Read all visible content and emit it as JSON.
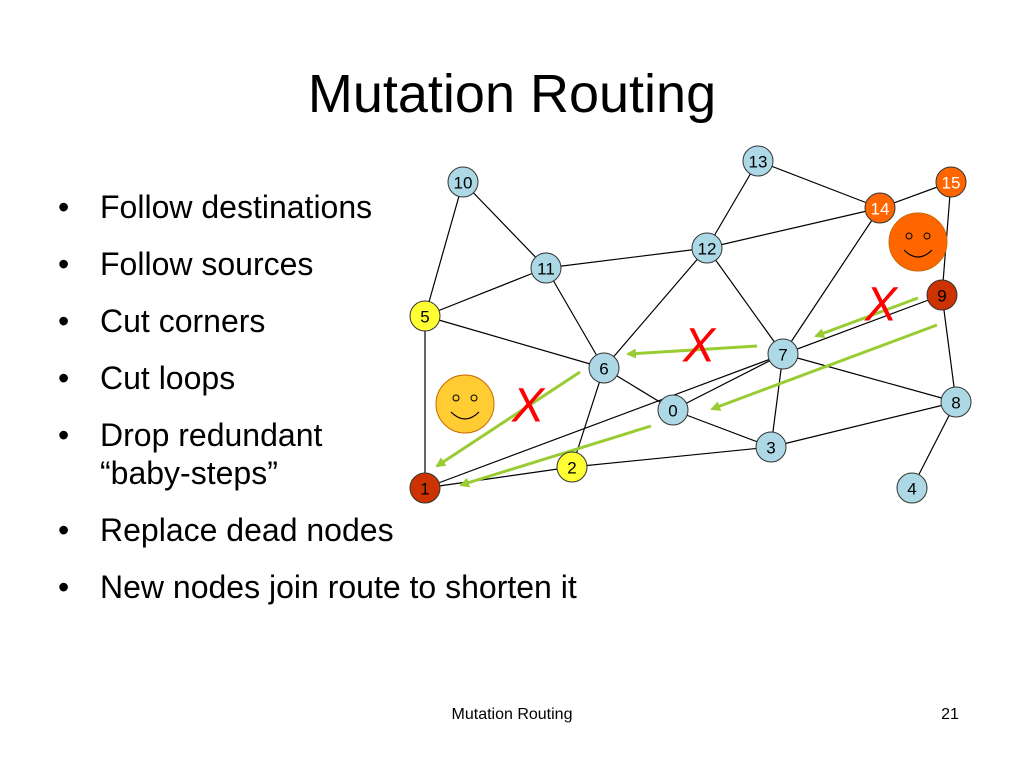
{
  "slide": {
    "title": "Mutation Routing",
    "bullets": [
      "Follow destinations",
      "Follow sources",
      "Cut corners",
      "Cut loops",
      "Drop redundant",
      "“baby-steps”",
      "Replace dead nodes",
      "New nodes join route to shorten it"
    ],
    "bullet_glyph": "•",
    "footer": "Mutation Routing",
    "page_number": "21"
  },
  "diagram": {
    "nodes": [
      {
        "id": "0",
        "label": "0",
        "color": "#add8e6"
      },
      {
        "id": "1",
        "label": "1",
        "color": "#cc3300"
      },
      {
        "id": "2",
        "label": "2",
        "color": "#ffff33"
      },
      {
        "id": "3",
        "label": "3",
        "color": "#add8e6"
      },
      {
        "id": "4",
        "label": "4",
        "color": "#add8e6"
      },
      {
        "id": "5",
        "label": "5",
        "color": "#ffff33"
      },
      {
        "id": "6",
        "label": "6",
        "color": "#add8e6"
      },
      {
        "id": "7",
        "label": "7",
        "color": "#add8e6"
      },
      {
        "id": "8",
        "label": "8",
        "color": "#add8e6"
      },
      {
        "id": "9",
        "label": "9",
        "color": "#cc3300"
      },
      {
        "id": "10",
        "label": "10",
        "color": "#add8e6"
      },
      {
        "id": "11",
        "label": "11",
        "color": "#add8e6"
      },
      {
        "id": "12",
        "label": "12",
        "color": "#add8e6"
      },
      {
        "id": "13",
        "label": "13",
        "color": "#add8e6"
      },
      {
        "id": "14",
        "label": "14",
        "color": "#ff6600"
      },
      {
        "id": "15",
        "label": "15",
        "color": "#ff6600"
      }
    ],
    "edges": [
      [
        "10",
        "5"
      ],
      [
        "10",
        "11"
      ],
      [
        "11",
        "5"
      ],
      [
        "11",
        "6"
      ],
      [
        "11",
        "12"
      ],
      [
        "12",
        "13"
      ],
      [
        "12",
        "14"
      ],
      [
        "12",
        "6"
      ],
      [
        "12",
        "7"
      ],
      [
        "13",
        "14"
      ],
      [
        "14",
        "15"
      ],
      [
        "14",
        "7"
      ],
      [
        "15",
        "9"
      ],
      [
        "5",
        "1"
      ],
      [
        "5",
        "6"
      ],
      [
        "6",
        "2"
      ],
      [
        "6",
        "0"
      ],
      [
        "7",
        "0"
      ],
      [
        "7",
        "8"
      ],
      [
        "7",
        "3"
      ],
      [
        "9",
        "8"
      ],
      [
        "9",
        "1"
      ],
      [
        "8",
        "3"
      ],
      [
        "8",
        "4"
      ],
      [
        "0",
        "3"
      ],
      [
        "2",
        "3"
      ],
      [
        "1",
        "2"
      ]
    ],
    "arrows": [
      [
        "9",
        "7"
      ],
      [
        "7",
        "6"
      ],
      [
        "6",
        "1"
      ],
      [
        "9",
        "0"
      ],
      [
        "0",
        "1"
      ]
    ],
    "crosses": [
      "X",
      "X",
      "X"
    ],
    "colors": {
      "edge": "#000000",
      "arrow": "#99cc33",
      "cross": "#ff0000",
      "node_label": "#000000",
      "orange_label": "#ffffff",
      "smiley_yellow": "#ffcc33",
      "smiley_orange": "#ff6600"
    },
    "smileys": [
      "yellow-smiley-face",
      "orange-smiley-face"
    ]
  }
}
